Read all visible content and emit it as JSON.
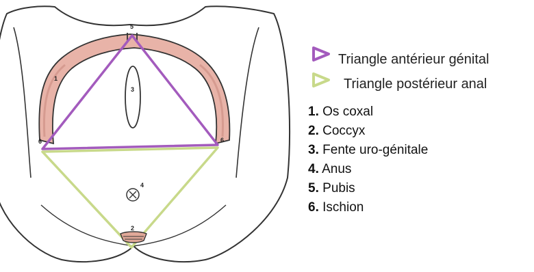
{
  "diagram": {
    "labels": {
      "pubis": "5",
      "os_coxal": "1",
      "fente": "3",
      "ischion_left": "6",
      "ischion_right": "6",
      "anus": "4",
      "coccyx": "2"
    },
    "colors": {
      "anterior_triangle": "#a35bbd",
      "posterior_triangle": "#c8d98a",
      "bone_fill": "#e8b3a8",
      "outline": "#333333"
    }
  },
  "legend": {
    "triangles": [
      {
        "label": "Triangle antérieur génital",
        "color": "#a35bbd"
      },
      {
        "label": "Triangle postérieur anal",
        "color": "#c8d98a"
      }
    ],
    "items": [
      {
        "num": "1.",
        "label": "Os coxal"
      },
      {
        "num": "2.",
        "label": "Coccyx"
      },
      {
        "num": "3.",
        "label": "Fente uro-génitale"
      },
      {
        "num": "4.",
        "label": "Anus"
      },
      {
        "num": "5.",
        "label": "Pubis"
      },
      {
        "num": "6.",
        "label": "Ischion"
      }
    ]
  }
}
